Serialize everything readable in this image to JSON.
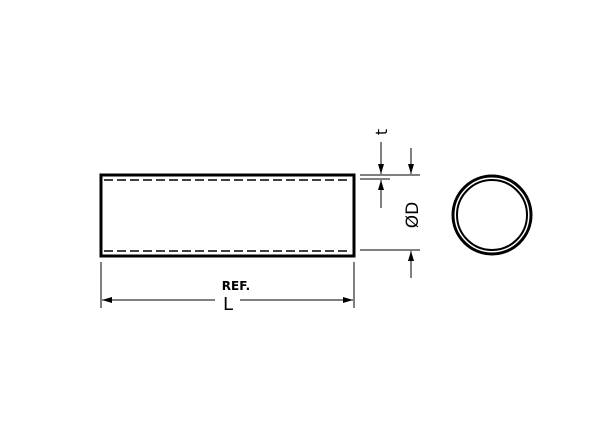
{
  "labels": {
    "length": "L",
    "ref": "REF.",
    "thickness": "t",
    "diameter": "ØD"
  },
  "colors": {
    "line": "#000000",
    "background": "#ffffff"
  }
}
